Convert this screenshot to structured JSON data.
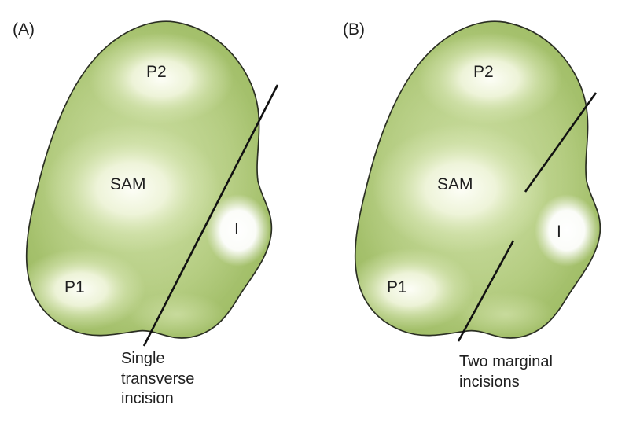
{
  "figure": {
    "type": "biology-diagram",
    "description_visible_text_only": true,
    "panels": [
      {
        "label": "(A)",
        "regions": {
          "p2": "P2",
          "sam": "SAM",
          "i": "I",
          "p1": "P1"
        },
        "caption": "Single transverse incision"
      },
      {
        "label": "(B)",
        "regions": {
          "p2": "P2",
          "sam": "SAM",
          "i": "I",
          "p1": "P1"
        },
        "caption": "Two marginal incisions"
      }
    ],
    "colors": {
      "blob_edge_green": "#9cba61",
      "blob_center_green": "#bdd48e",
      "region_highlight": "#ffffff",
      "blob_outline": "#2b2f23",
      "incision_line": "#111111",
      "text": "#1f1f1f",
      "background": "#ffffff"
    }
  }
}
